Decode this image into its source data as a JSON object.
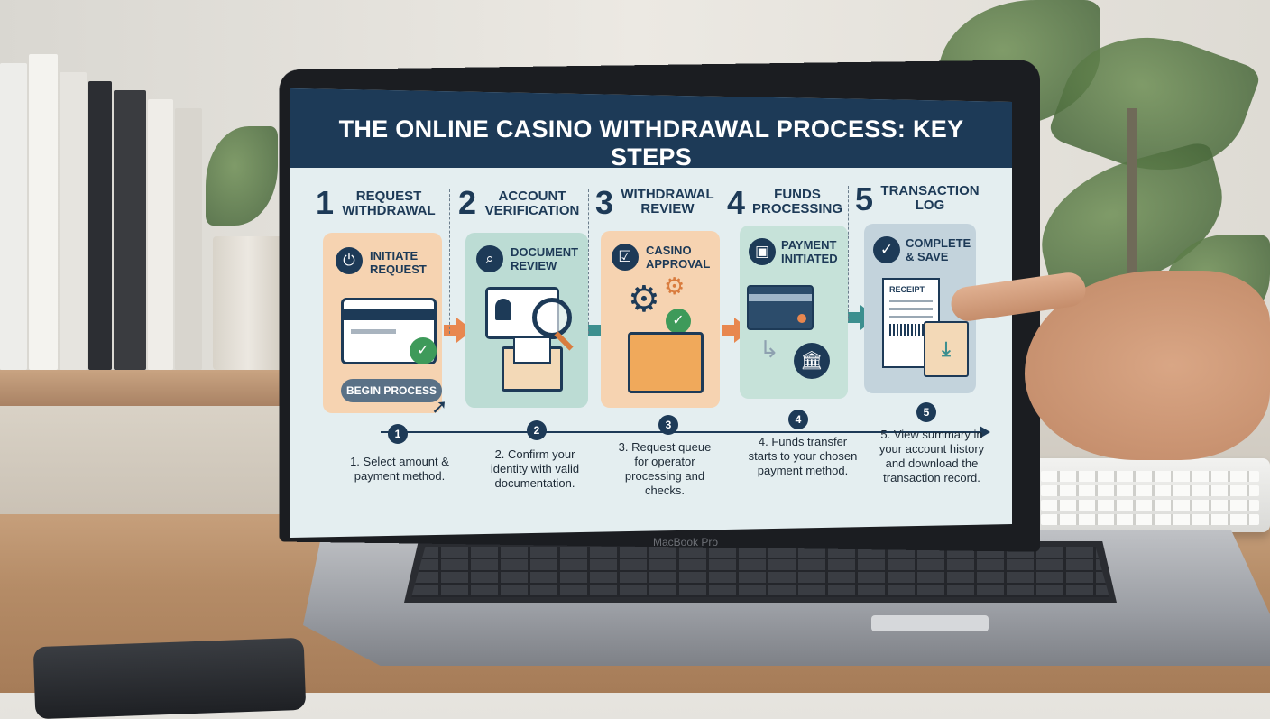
{
  "screen": {
    "title": "THE ONLINE CASINO WITHDRAWAL PROCESS: KEY STEPS",
    "steps": [
      {
        "num": "1",
        "heading": [
          "REQUEST",
          "WITHDRAWAL"
        ],
        "card_title": [
          "INITIATE",
          "REQUEST"
        ],
        "button": "BEGIN PROCESS",
        "dot": "1",
        "desc": [
          "1. Select amount &",
          "payment method."
        ],
        "card_color": "#f6d3b1"
      },
      {
        "num": "2",
        "heading": [
          "ACCOUNT",
          "VERIFICATION"
        ],
        "card_title": [
          "DOCUMENT",
          "REVIEW"
        ],
        "dot": "2",
        "desc": [
          "2. Confirm your",
          "identity with valid",
          "documentation."
        ],
        "card_color": "#bcdcd4"
      },
      {
        "num": "3",
        "heading": [
          "WITHDRAWAL",
          "REVIEW"
        ],
        "card_title": [
          "CASINO",
          "APPROVAL"
        ],
        "dot": "3",
        "desc": [
          "3. Request queue",
          "for operator",
          "processing and",
          "checks."
        ],
        "card_color": "#f6d3b1"
      },
      {
        "num": "4",
        "heading": [
          "FUNDS",
          "PROCESSING"
        ],
        "card_title": [
          "PAYMENT",
          "INITIATED"
        ],
        "dot": "4",
        "desc": [
          "4. Funds transfer",
          "starts to your chosen",
          "payment method."
        ],
        "card_color": "#c6e2d9"
      },
      {
        "num": "5",
        "heading": [
          "TRANSACTION",
          "LOG"
        ],
        "card_title": [
          "COMPLETE",
          "& SAVE"
        ],
        "receipt_label": "RECEIPT",
        "dot": "5",
        "desc": [
          "5. View summary in",
          "your account history",
          "and download the",
          "transaction record."
        ],
        "card_color": "#c3d3dc"
      }
    ]
  },
  "laptop_label": "MacBook Pro",
  "colors": {
    "navy": "#1d3a57",
    "orange_arrow": "#e8874f",
    "teal_arrow": "#3c8f8f",
    "check_green": "#3e9a5a"
  }
}
